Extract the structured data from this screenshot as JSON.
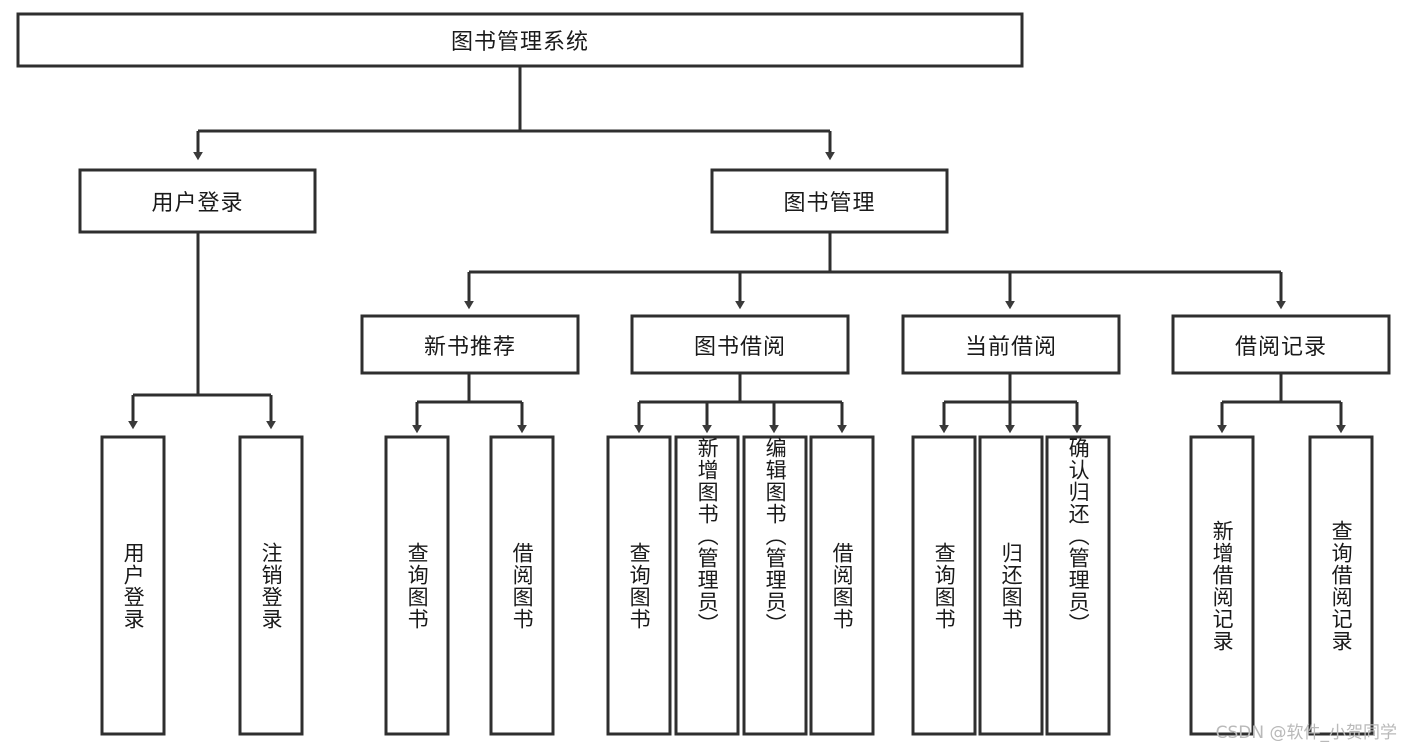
{
  "diagram": {
    "title": "图书管理系统",
    "watermark": "CSDN @软件_小贺同学",
    "colors": {
      "stroke": "#2f2f2f",
      "fill": "#ffffff",
      "text": "#1a1a1a",
      "watermark": "#b9b9b9"
    },
    "root": {
      "label": "图书管理系统"
    },
    "level2": [
      {
        "label": "用户登录"
      },
      {
        "label": "图书管理"
      }
    ],
    "level3": [
      {
        "label": "新书推荐"
      },
      {
        "label": "图书借阅"
      },
      {
        "label": "当前借阅"
      },
      {
        "label": "借阅记录"
      }
    ],
    "leaves": {
      "user_login": [
        {
          "label": "用户登录"
        },
        {
          "label": "注销登录"
        }
      ],
      "new_book": [
        {
          "label": "查询图书"
        },
        {
          "label": "借阅图书"
        }
      ],
      "book_borrow": [
        {
          "label": "查询图书"
        },
        {
          "label": "新增图书（管理员）"
        },
        {
          "label": "编辑图书（管理员）"
        },
        {
          "label": "借阅图书"
        }
      ],
      "current_borrow": [
        {
          "label": "查询图书"
        },
        {
          "label": "归还图书"
        },
        {
          "label": "确认归还（管理员）"
        }
      ],
      "borrow_record": [
        {
          "label": "新增借阅记录"
        },
        {
          "label": "查询借阅记录"
        }
      ]
    }
  }
}
